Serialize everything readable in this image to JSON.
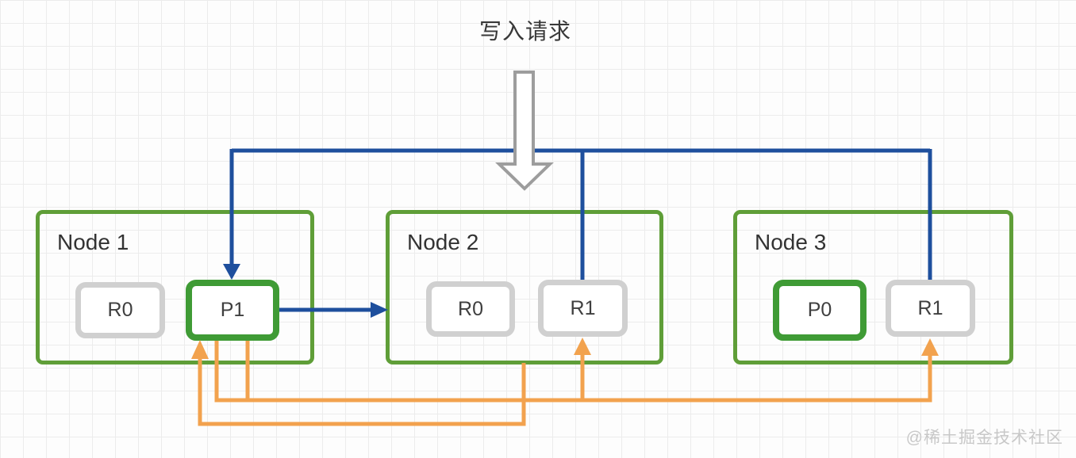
{
  "title": "写入请求",
  "watermark": "@稀土掘金技术社区",
  "nodes": [
    {
      "label": "Node 1",
      "boxes": [
        {
          "label": "R0",
          "type": "replica"
        },
        {
          "label": "P1",
          "type": "primary"
        }
      ]
    },
    {
      "label": "Node 2",
      "boxes": [
        {
          "label": "R0",
          "type": "replica"
        },
        {
          "label": "R1",
          "type": "replica"
        }
      ]
    },
    {
      "label": "Node 3",
      "boxes": [
        {
          "label": "P0",
          "type": "primary"
        },
        {
          "label": "R1",
          "type": "replica"
        }
      ]
    }
  ],
  "colors": {
    "write_flow": "#1e4f9d",
    "ack_flow": "#f2a24e",
    "node_border": "#5f9e38",
    "primary_border": "#3f9b35",
    "replica_border": "#d0d0d0",
    "arrow_outline": "#9d9d9d",
    "arrow_fill": "#ffffff",
    "grid_line": "#ececec",
    "text": "#3a3a3a",
    "watermark_text": "#c8c8c8"
  }
}
